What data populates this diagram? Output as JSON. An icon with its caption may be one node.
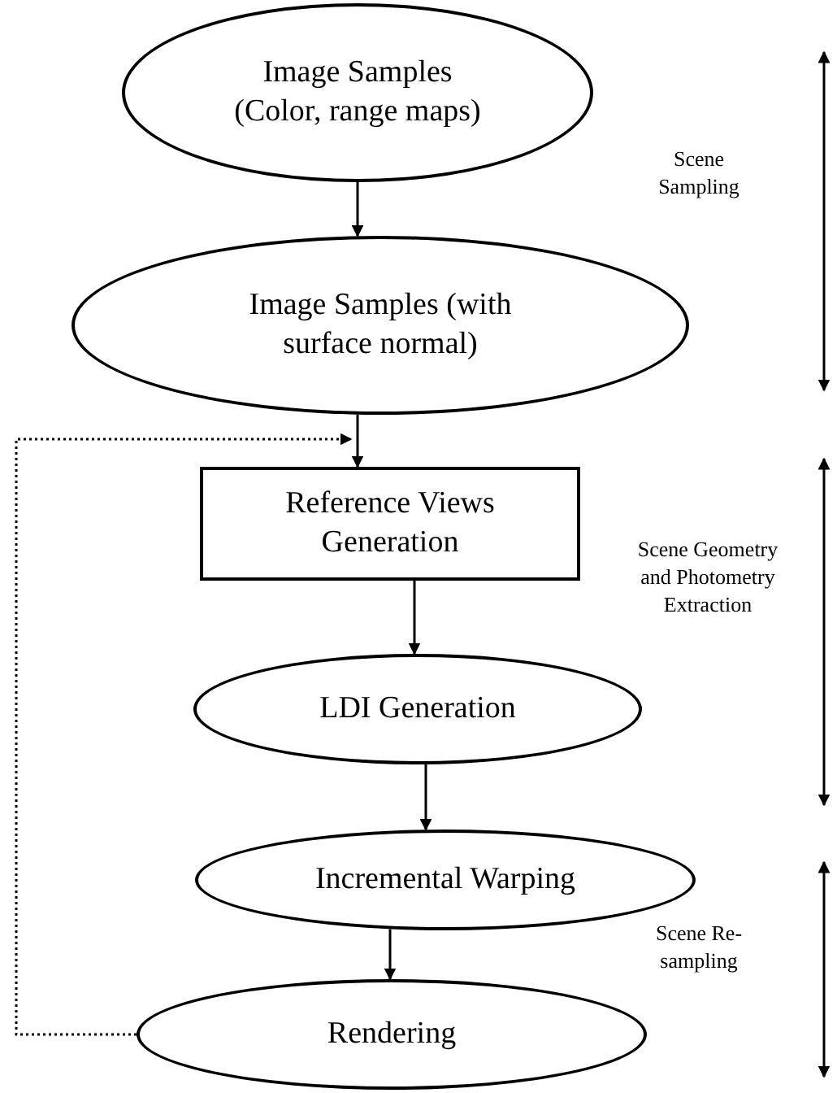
{
  "diagram": {
    "nodes": [
      {
        "text": [
          "Image Samples (Color, range maps)"
        ]
      },
      {
        "text": [
          "Image Samples (with surface normal)"
        ]
      },
      {
        "text": [
          "Reference Views Generation"
        ]
      },
      {
        "text": [
          "LDI Generation"
        ]
      },
      {
        "text": [
          "Incremental Warping"
        ]
      },
      {
        "text": [
          "Rendering"
        ]
      }
    ],
    "edges": [
      {
        "from": 0,
        "to": 1,
        "arrow": "to"
      },
      {
        "from": 1,
        "to": 2,
        "arrow": "to"
      },
      {
        "from": 2,
        "to": 3,
        "arrow": "to"
      },
      {
        "from": 3,
        "to": 4,
        "arrow": "to"
      },
      {
        "from": 4,
        "to": 5,
        "arrow": "to"
      },
      {
        "from": 5,
        "to": 2,
        "arrow": "to",
        "style": "dashed"
      }
    ],
    "labels": [
      "Scene Sampling",
      "Scene Geometry and Photometry Extraction",
      "Scene Re-sampling"
    ]
  }
}
